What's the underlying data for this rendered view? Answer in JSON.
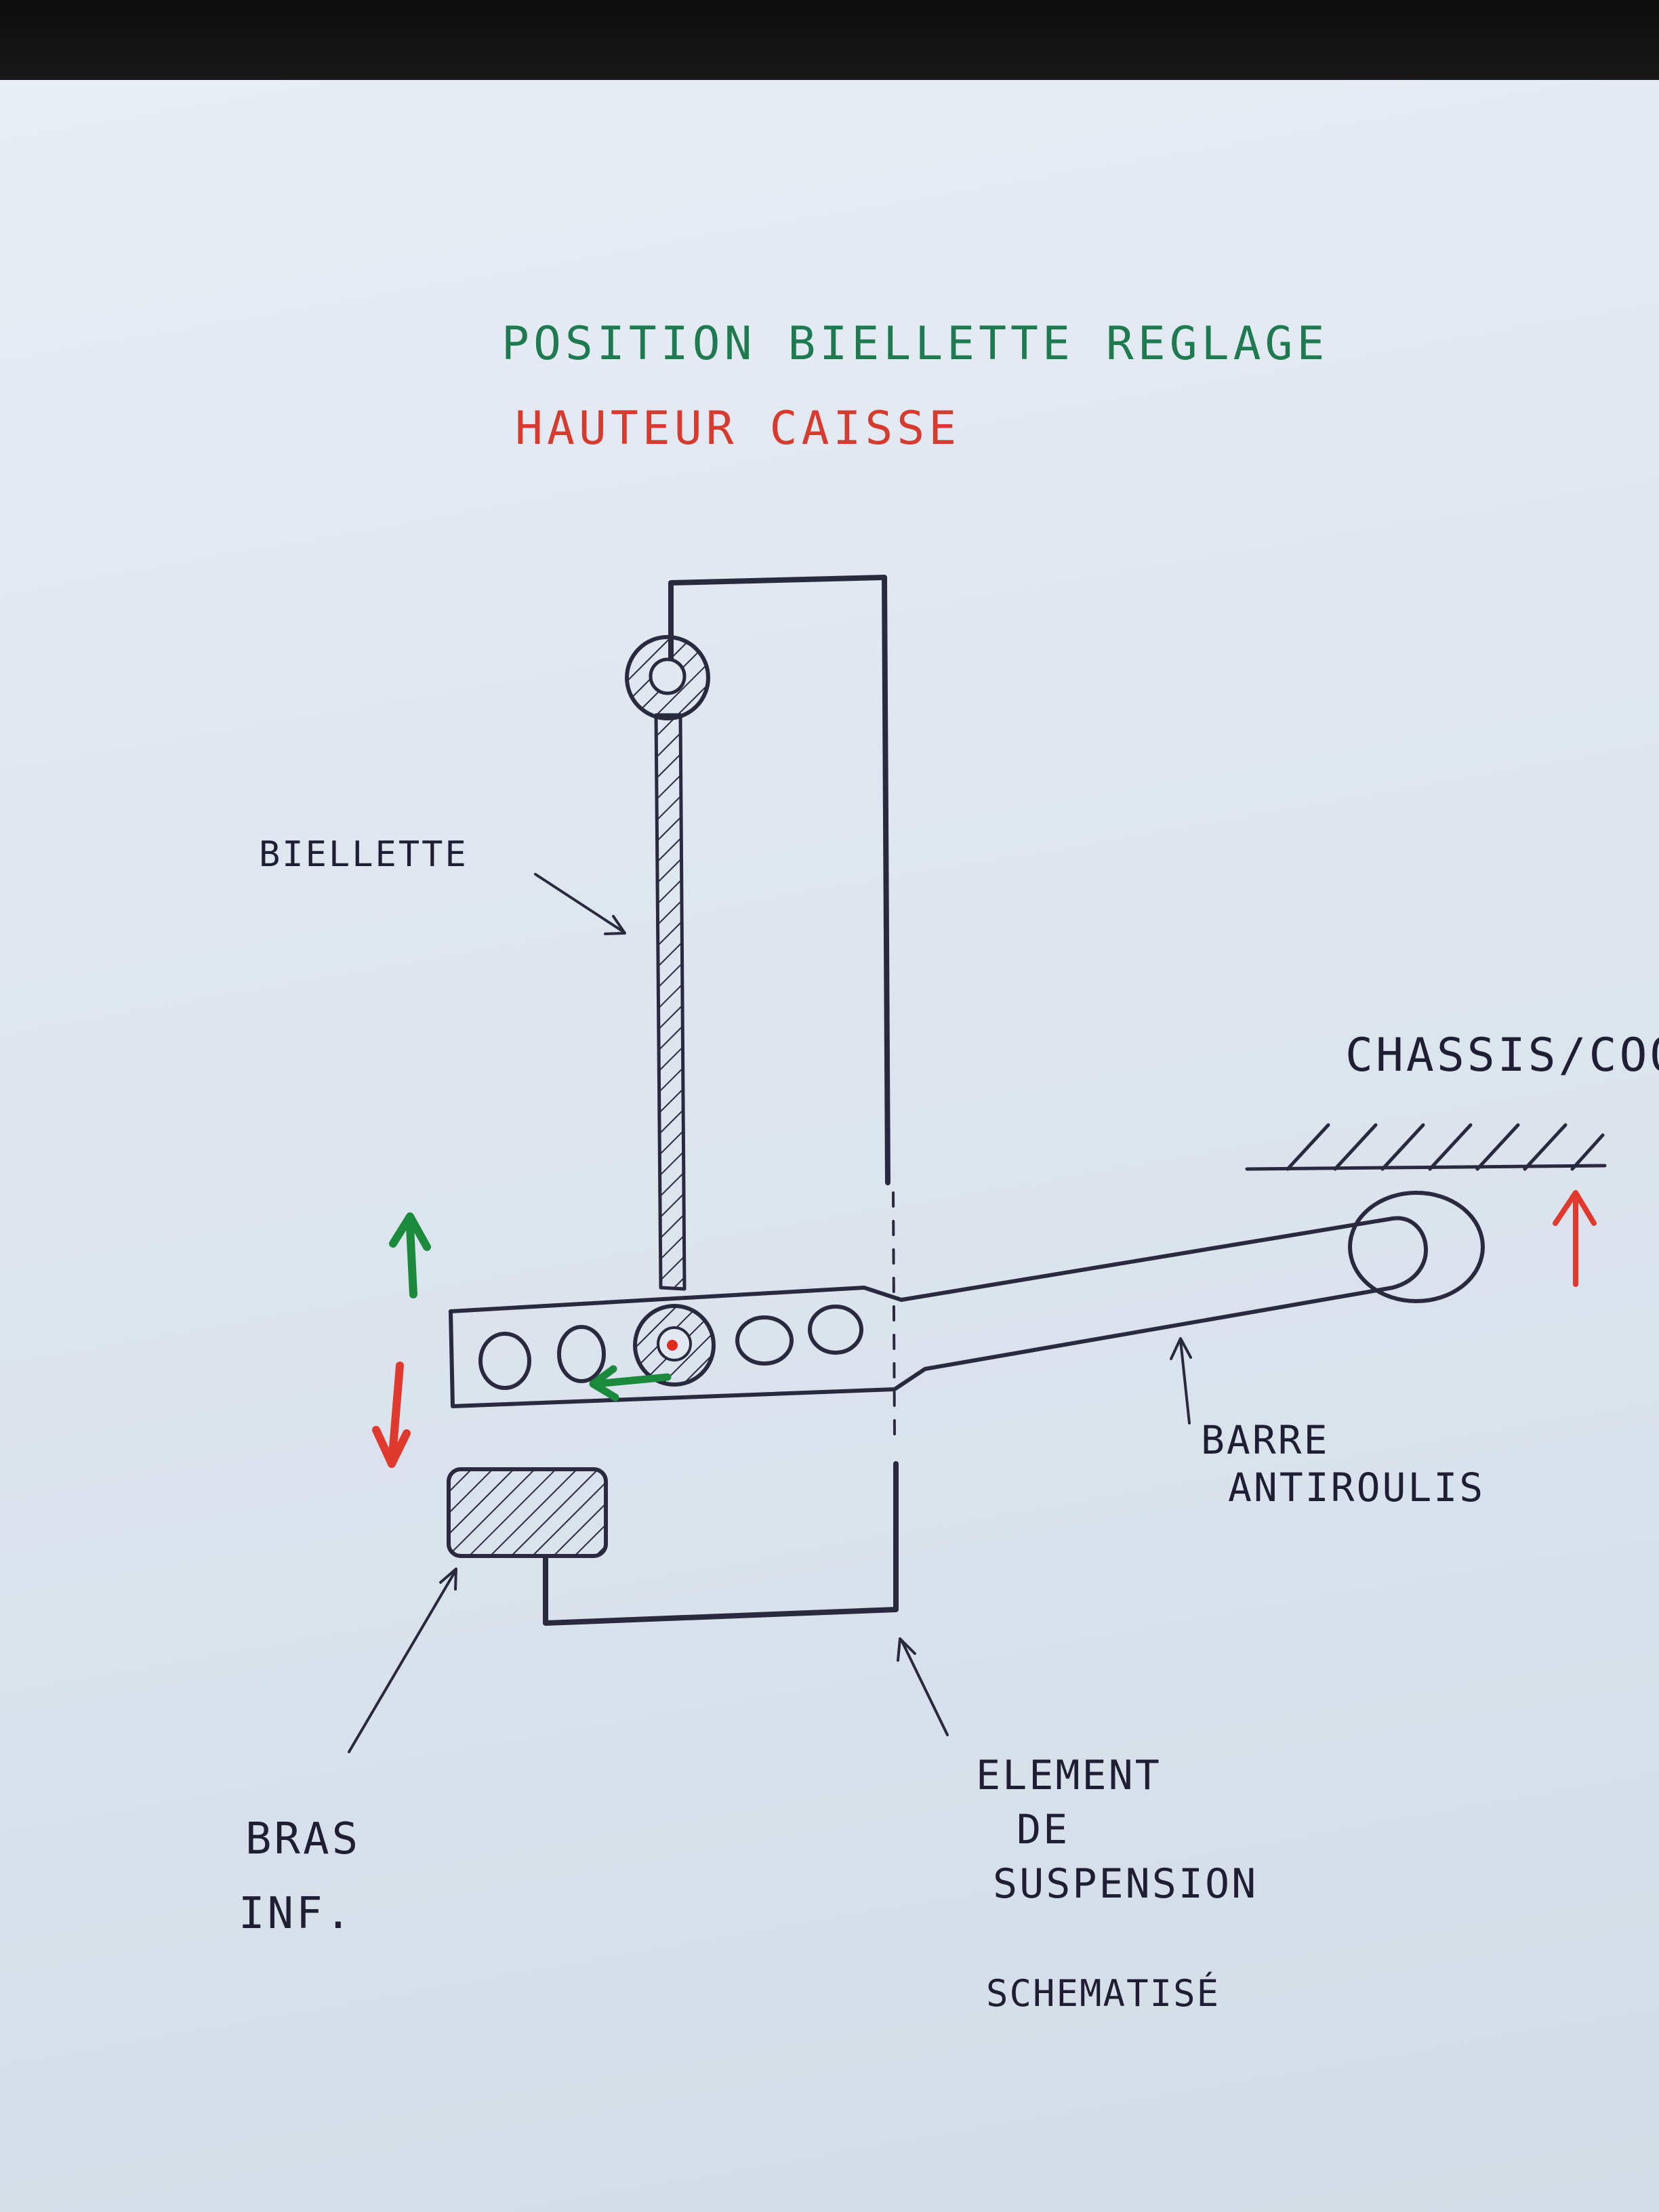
{
  "title": {
    "line1": "POSITION BIELLETTE REGLAGE",
    "line2": "HAUTEUR CAISSE"
  },
  "labels": {
    "biellette": "BIELLETTE",
    "chassis": "CHASSIS/COQUE",
    "barre_line1": "BARRE",
    "barre_line2": "ANTIROULIS",
    "bras_line1": "BRAS",
    "bras_line2": "INF.",
    "element_line1": "ELEMENT",
    "element_line2": "DE",
    "element_line3": "SUSPENSION",
    "element_line4": "SCHEMATISÉ"
  },
  "colors": {
    "title_line1": "#1f7a52",
    "title_line2": "#d63b2f",
    "ink": "#2a2a3e",
    "green_arrow": "#1b8a3c",
    "red_arrow": "#e03a2e"
  },
  "arrows": {
    "up_arrow": "green",
    "down_arrow": "red",
    "slide_arrow": "green",
    "chassis_arrow": "red"
  }
}
